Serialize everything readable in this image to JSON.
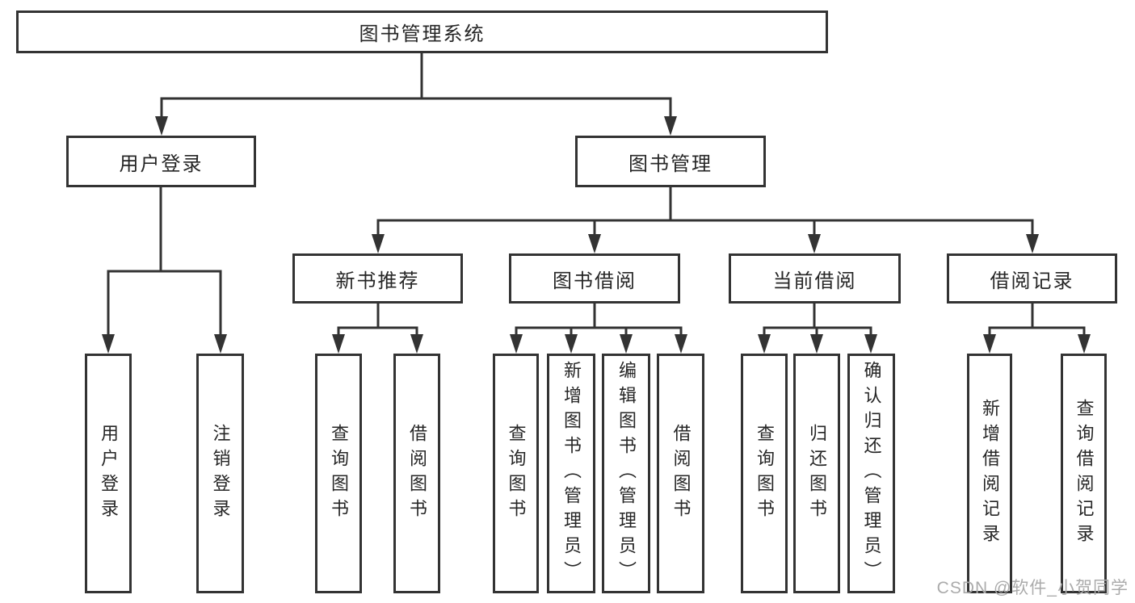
{
  "tree": {
    "root": {
      "label": "图书管理系统"
    },
    "branches": [
      {
        "label": "用户登录",
        "children": [
          {
            "label": "用户登录"
          },
          {
            "label": "注销登录"
          }
        ]
      },
      {
        "label": "图书管理",
        "children": [
          {
            "label": "新书推荐",
            "children": [
              {
                "label": "查询图书"
              },
              {
                "label": "借阅图书"
              }
            ]
          },
          {
            "label": "图书借阅",
            "children": [
              {
                "label": "查询图书"
              },
              {
                "label": "新增图书（管理员）"
              },
              {
                "label": "编辑图书（管理员）"
              },
              {
                "label": "借阅图书"
              }
            ]
          },
          {
            "label": "当前借阅",
            "children": [
              {
                "label": "查询图书"
              },
              {
                "label": "归还图书"
              },
              {
                "label": "确认归还（管理员）"
              }
            ]
          },
          {
            "label": "借阅记录",
            "children": [
              {
                "label": "新增借阅记录"
              },
              {
                "label": "查询借阅记录"
              }
            ]
          }
        ]
      }
    ]
  },
  "watermark": {
    "text": "CSDN @软件_小贺同学"
  },
  "colors": {
    "line": "#333333",
    "text": "#262626",
    "background": "#ffffff",
    "watermark": "#ababab"
  }
}
